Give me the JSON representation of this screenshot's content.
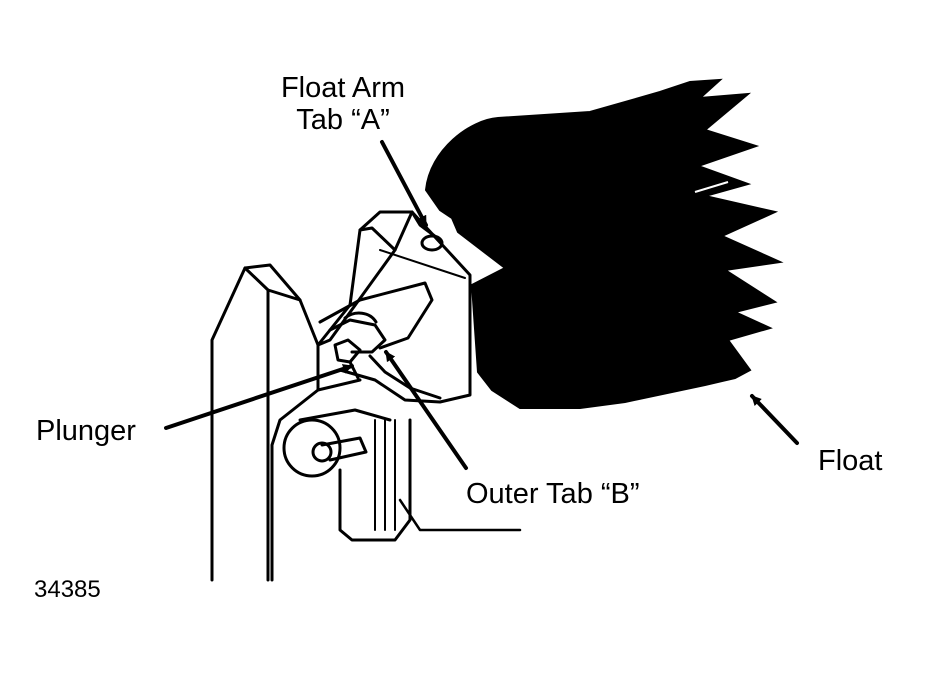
{
  "diagram": {
    "labels": {
      "float_arm_tab_line1": "Float Arm",
      "float_arm_tab_line2": "Tab “A”",
      "plunger": "Plunger",
      "outer_tab": "Outer Tab “B”",
      "float": "Float"
    },
    "figure_id": "34385",
    "colors": {
      "ink": "#000000",
      "paper": "#ffffff"
    }
  }
}
